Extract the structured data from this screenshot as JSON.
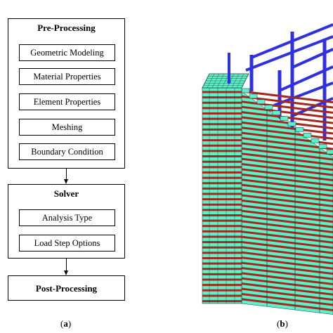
{
  "flowchart": {
    "pre_processing": {
      "title": "Pre-Processing",
      "steps": [
        "Geometric Modeling",
        "Material Properties",
        "Element Properties",
        "Meshing",
        "Boundary Condition"
      ]
    },
    "solver": {
      "title": "Solver",
      "steps": [
        "Analysis Type",
        "Load Step Options"
      ]
    },
    "post_processing": {
      "title": "Post-Processing"
    }
  },
  "captions": {
    "a_open": "(",
    "a_letter": "a",
    "a_close": ")",
    "b_open": "(",
    "b_letter": "b",
    "b_close": ")"
  },
  "model_colors": {
    "concrete": "#5ef0c8",
    "mortar": "#a4281e",
    "rebar": "#3030e0",
    "mesh_line": "#1a3a30"
  }
}
